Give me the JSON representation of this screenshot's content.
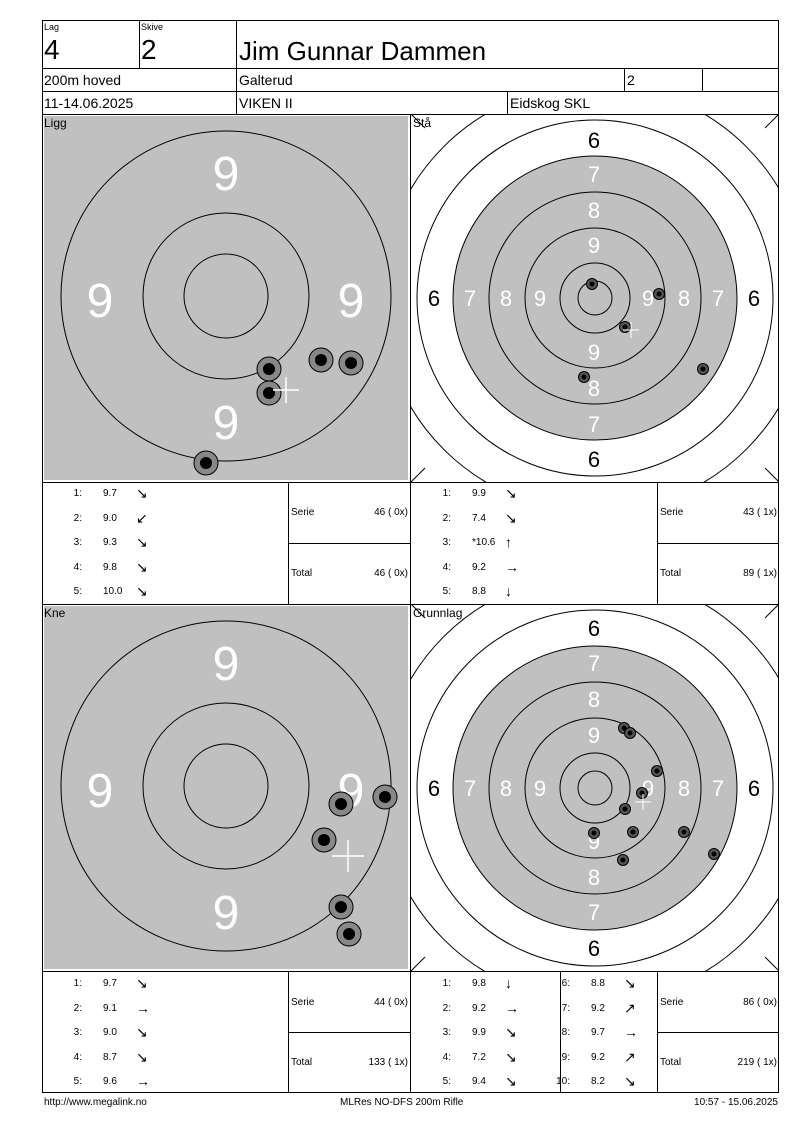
{
  "header": {
    "lag_label": "Lag",
    "lag_value": "4",
    "skive_label": "Skive",
    "skive_value": "2",
    "shooter_name": "Jim Gunnar Dammen",
    "program": "200m hoved",
    "location": "Galterud",
    "box_value": "2",
    "date": "11-14.06.2025",
    "group": "VIKEN II",
    "club": "Eidskog SKL"
  },
  "panels": {
    "ligg": {
      "label": "Ligg",
      "ring_labels": [
        "9",
        "9",
        "9",
        "9"
      ],
      "shots": [
        {
          "n": "1:",
          "v": "9.7",
          "arrow": "↘"
        },
        {
          "n": "2:",
          "v": "9.0",
          "arrow": "↙"
        },
        {
          "n": "3:",
          "v": "9.3",
          "arrow": "↘"
        },
        {
          "n": "4:",
          "v": "9.8",
          "arrow": "↘"
        },
        {
          "n": "5:",
          "v": "10.0",
          "arrow": "↘"
        }
      ],
      "serie_label": "Serie",
      "serie_value": "46 ( 0x)",
      "total_label": "Total",
      "total_value": "46 ( 0x)"
    },
    "sta": {
      "label": "Stå",
      "shots": [
        {
          "n": "1:",
          "v": "9.9",
          "arrow": "↘"
        },
        {
          "n": "2:",
          "v": "7.4",
          "arrow": "↘"
        },
        {
          "n": "3:",
          "v": "*10.6",
          "arrow": "↑"
        },
        {
          "n": "4:",
          "v": "9.2",
          "arrow": "→"
        },
        {
          "n": "5:",
          "v": "8.8",
          "arrow": "↓"
        }
      ],
      "serie_label": "Serie",
      "serie_value": "43 ( 1x)",
      "total_label": "Total",
      "total_value": "89 ( 1x)"
    },
    "kne": {
      "label": "Kne",
      "ring_labels": [
        "9",
        "9",
        "9",
        "9"
      ],
      "shots": [
        {
          "n": "1:",
          "v": "9.7",
          "arrow": "↘"
        },
        {
          "n": "2:",
          "v": "9.1",
          "arrow": "→"
        },
        {
          "n": "3:",
          "v": "9.0",
          "arrow": "↘"
        },
        {
          "n": "4:",
          "v": "8.7",
          "arrow": "↘"
        },
        {
          "n": "5:",
          "v": "9.6",
          "arrow": "→"
        }
      ],
      "serie_label": "Serie",
      "serie_value": "44 ( 0x)",
      "total_label": "Total",
      "total_value": "133 ( 1x)"
    },
    "grunnlag": {
      "label": "Grunnlag",
      "shots_left": [
        {
          "n": "1:",
          "v": "9.8",
          "arrow": "↓"
        },
        {
          "n": "2:",
          "v": "9.2",
          "arrow": "→"
        },
        {
          "n": "3:",
          "v": "9.9",
          "arrow": "↘"
        },
        {
          "n": "4:",
          "v": "7.2",
          "arrow": "↘"
        },
        {
          "n": "5:",
          "v": "9.4",
          "arrow": "↘"
        }
      ],
      "shots_right": [
        {
          "n": "6:",
          "v": "8.8",
          "arrow": "↘"
        },
        {
          "n": "7:",
          "v": "9.2",
          "arrow": "↗"
        },
        {
          "n": "8:",
          "v": "9.7",
          "arrow": "→"
        },
        {
          "n": "9:",
          "v": "9.2",
          "arrow": "↗"
        },
        {
          "n": "10:",
          "v": "8.2",
          "arrow": "↘"
        }
      ],
      "serie_label": "Serie",
      "serie_value": "86 ( 0x)",
      "total_label": "Total",
      "total_value": "219 ( 1x)"
    }
  },
  "target_labels": {
    "six": "6",
    "seven": "7",
    "eight": "8",
    "nine": "9"
  },
  "footer": {
    "url": "http://www.megalink.no",
    "software": "MLRes NO-DFS 200m Rifle",
    "timestamp": "10:57 - 15.06.2025"
  },
  "colors": {
    "target_gray": "#c0c0c0",
    "shot_black": "#000000"
  }
}
